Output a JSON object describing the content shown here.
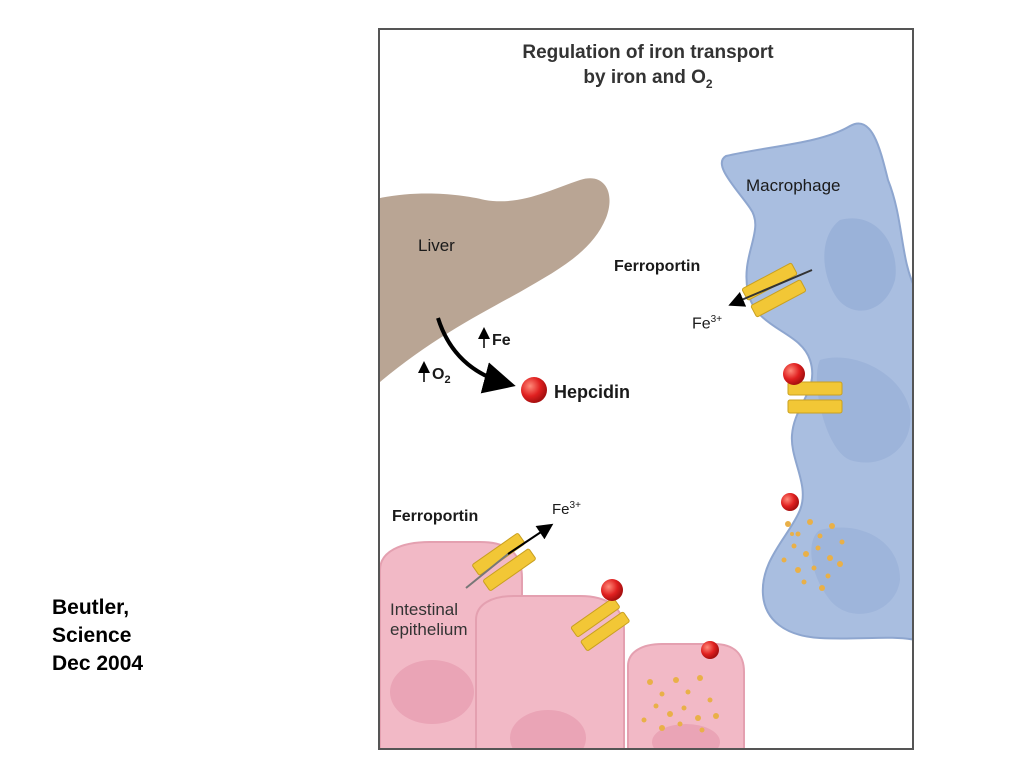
{
  "citation": {
    "line1": "Beutler,",
    "line2": "Science",
    "line3": "Dec 2004"
  },
  "figure": {
    "title_line1": "Regulation of iron transport",
    "title_line2": "by iron and O",
    "title_subscript": "2",
    "labels": {
      "liver": "Liver",
      "macrophage": "Macrophage",
      "ferroportin_macrophage": "Ferroportin",
      "fe3_macrophage": "Fe",
      "fe3_macrophage_charge": "3+",
      "up_fe": "Fe",
      "up_o2": "O",
      "up_o2_subscript": "2",
      "hepcidin": "Hepcidin",
      "ferroportin_intestine": "Ferroportin",
      "fe3_intestine": "Fe",
      "fe3_intestine_charge": "3+",
      "intestinal_line1": "Intestinal",
      "intestinal_line2": "epithelium"
    },
    "colors": {
      "liver": "#b9a594",
      "macrophage": "#a9bee0",
      "epithelium": "#f2b9c6",
      "ferroportin": "#f2c736",
      "hepcidin": "#e02020",
      "iron_particles": "#e9b048"
    }
  }
}
